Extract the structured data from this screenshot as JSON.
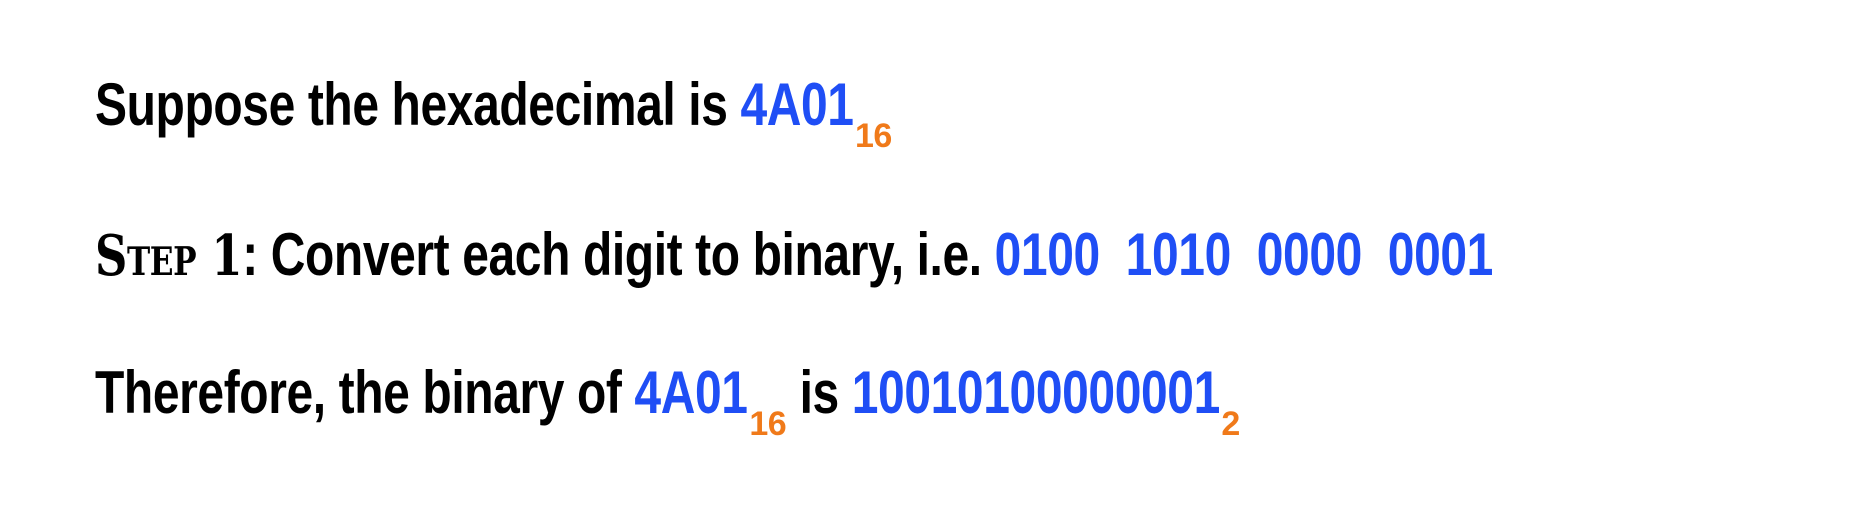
{
  "line1": {
    "text": "Suppose the hexadecimal is ",
    "hex": "4A01",
    "base": "16"
  },
  "line2": {
    "step_label": "Step 1",
    "text": ": Convert each digit to binary, i.e. ",
    "binary_groups": "0100  1010  0000  0001"
  },
  "line3": {
    "text": "Therefore, the binary of ",
    "hex": "4A01",
    "hex_base": "16",
    "is": " is ",
    "binary": "10010100000001",
    "binary_base": "2"
  },
  "colors": {
    "value": "#1f4ef5",
    "base": "#f07a1a",
    "text": "#000000"
  }
}
